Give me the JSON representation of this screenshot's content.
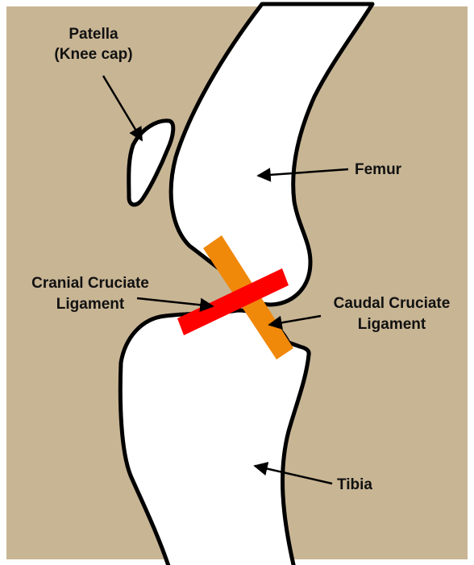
{
  "labels": {
    "patella_line1": "Patella",
    "patella_line2": "(Knee cap)",
    "femur": "Femur",
    "cranial_line1": "Cranial Cruciate",
    "cranial_line2": "Ligament",
    "caudal_line1": "Caudal Cruciate",
    "caudal_line2": "Ligament",
    "tibia": "Tibia"
  },
  "colors": {
    "background": "#c8b594",
    "bone_fill": "#ffffff",
    "outline": "#000000",
    "cranial_ligament": "#ff0000",
    "caudal_ligament": "#f0880a"
  }
}
